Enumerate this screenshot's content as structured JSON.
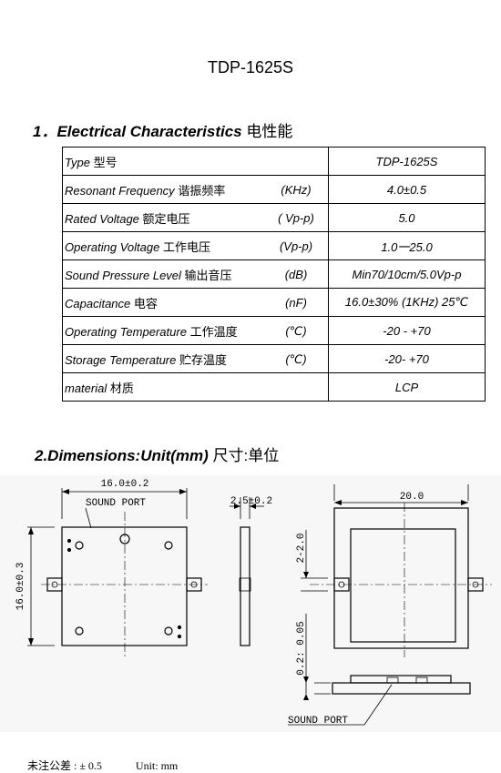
{
  "title": "TDP-1625S",
  "section1": {
    "heading": "1．Electrical Characteristics",
    "heading_cn": "电性能"
  },
  "table": {
    "rows": [
      {
        "label": "Type",
        "label_cn": "型号",
        "unit": "",
        "value": "TDP-1625S"
      },
      {
        "label": "Resonant Frequency",
        "label_cn": "谐振频率",
        "unit": "(KHz)",
        "value": "4.0±0.5"
      },
      {
        "label": "Rated Voltage",
        "label_cn": "额定电压",
        "unit": "( Vp-p)",
        "value": "5.0"
      },
      {
        "label": "Operating Voltage",
        "label_cn": "工作电压",
        "unit": "(Vp-p)",
        "value": "1.0一25.0"
      },
      {
        "label": "Sound Pressure Level",
        "label_cn": "输出音压",
        "unit": "(dB)",
        "value": "Min70/10cm/5.0Vp-p"
      },
      {
        "label": "Capacitance",
        "label_cn": "电容",
        "unit": "(nF)",
        "value": "16.0±30% (1KHz) 25℃"
      },
      {
        "label": "Operating Temperature",
        "label_cn": "工作温度",
        "unit": "(℃)",
        "value": "-20 - +70"
      },
      {
        "label": "Storage Temperature",
        "label_cn": "贮存温度",
        "unit": "(℃)",
        "value": "-20- +70"
      },
      {
        "label": "material",
        "label_cn": "材质",
        "unit": "",
        "value": "LCP"
      }
    ]
  },
  "section2": {
    "heading": "2.Dimensions:Unit(mm)",
    "heading_cn": "尺寸:单位"
  },
  "drawing": {
    "front_width": "16.0±0.2",
    "front_height": "16.0±0.3",
    "sound_port": "SOUND PORT",
    "side_thickness": "2.5±0.2",
    "back_width": "20.0",
    "back_dim_a": "2-2.0",
    "back_dim_b": "0.2: 0.05",
    "sound_port_bottom": "SOUND PORT"
  },
  "footer": {
    "tolerance": "未注公差 : ± 0.5",
    "unit": "Unit: mm"
  }
}
